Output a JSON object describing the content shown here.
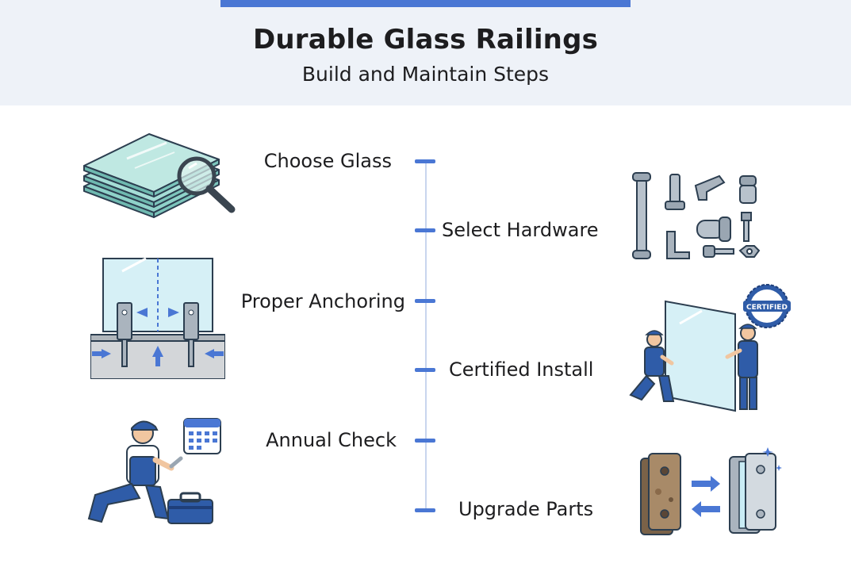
{
  "header": {
    "title": "Durable Glass Railings",
    "subtitle": "Build and Maintain Steps",
    "accent_color": "#4a77d4"
  },
  "steps": [
    {
      "label": "Choose Glass",
      "side": "left",
      "icon": "glass-panes-magnifier-icon"
    },
    {
      "label": "Select Hardware",
      "side": "right",
      "icon": "railing-hardware-icon"
    },
    {
      "label": "Proper Anchoring",
      "side": "left",
      "icon": "anchored-glass-panel-icon"
    },
    {
      "label": "Certified Install",
      "side": "right",
      "icon": "installers-with-glass-icon",
      "badge": "CERTIFIED"
    },
    {
      "label": "Annual Check",
      "side": "left",
      "icon": "technician-with-toolbox-icon"
    },
    {
      "label": "Upgrade Parts",
      "side": "right",
      "icon": "worn-to-new-clamps-icon"
    }
  ]
}
